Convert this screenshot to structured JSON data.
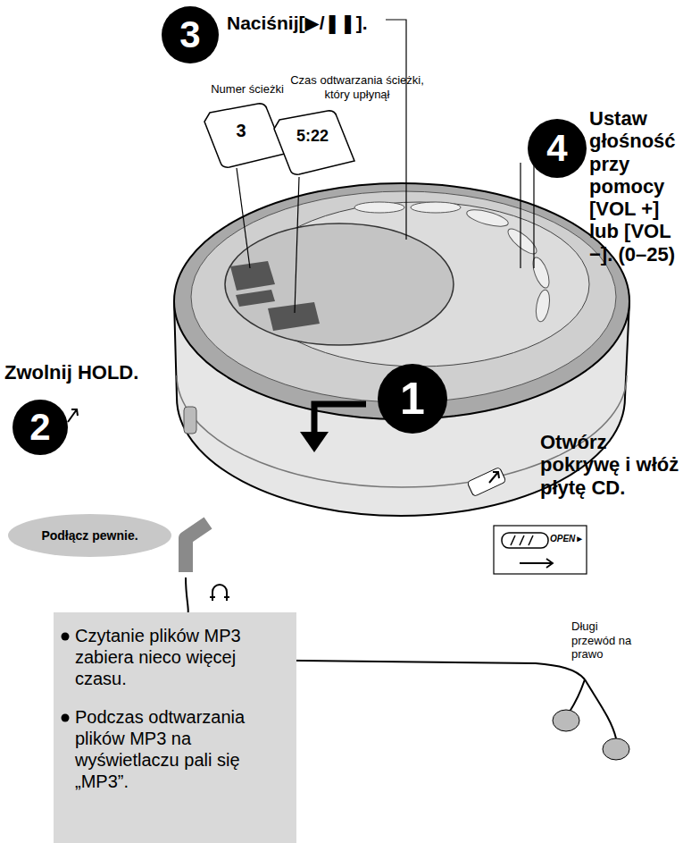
{
  "diagram": {
    "nodes": [
      {
        "text": [
          "3",
          "Naciśnij[▶/❚❚]."
        ]
      },
      {
        "text": [
          "Numer ścieżki",
          "3"
        ]
      },
      {
        "text": [
          "Czas odtwarzania ścieżki, który upłynął",
          "5:22"
        ]
      },
      {
        "text": [
          "4",
          "Ustaw głośność przy pomocy [VOL +] lub [VOL −]. (0–25)"
        ]
      },
      {
        "text": [
          "Zwolnij HOLD.",
          "2"
        ]
      },
      {
        "text": [
          "1",
          "Otwórz pokrywę i włóż płytę CD."
        ]
      },
      {
        "text": [
          "Podłącz pewnie."
        ]
      },
      {
        "text": [
          "Czytanie plików MP3 zabiera nieco więcej czasu.",
          "Podczas odtwarzania plików MP3 na wyświetlaczu pali się „MP3”."
        ]
      }
    ],
    "labels": [
      "OPEN►",
      "Długi przewód na prawo"
    ]
  }
}
